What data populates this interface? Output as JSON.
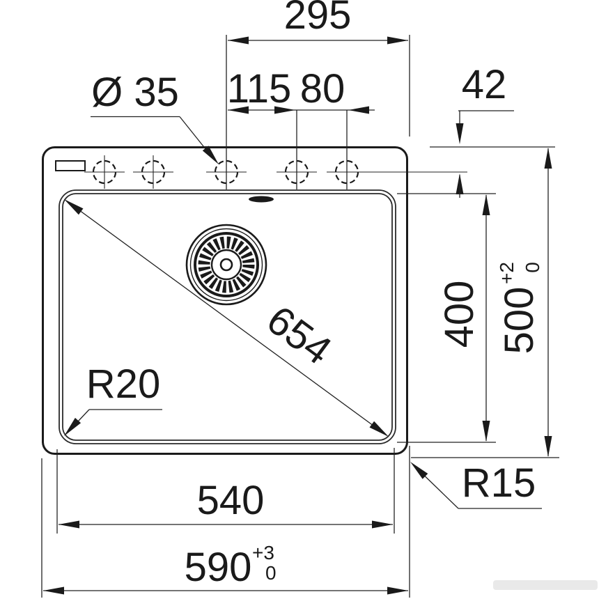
{
  "page": {
    "background": "#ffffff",
    "line_color": "#1a1a1a"
  },
  "drawing": {
    "title": "sink top-view dimensional drawing",
    "labels": {
      "hole_diameter": "Ø 35",
      "faucet_span": "295",
      "hole_pitch_1": "115",
      "hole_pitch_2": "80",
      "edge_to_hole_axis": "42",
      "bowl_diagonal": "654",
      "bowl_corner_radius": "R20",
      "outer_corner_radius": "R15",
      "bowl_depth": "400",
      "overall_depth": "500",
      "overall_depth_tol_upper": "+2",
      "overall_depth_tol_lower": "0",
      "bowl_width": "540",
      "overall_width": "590",
      "overall_width_tol_upper": "+3",
      "overall_width_tol_lower": "0"
    }
  }
}
